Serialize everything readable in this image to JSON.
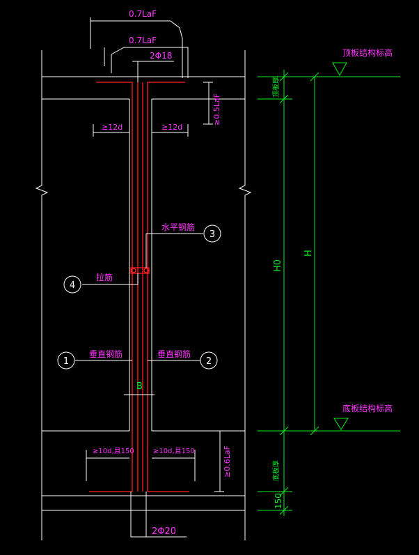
{
  "colors": {
    "background": "#000000",
    "outline": "#ffffff",
    "rebar": "#ff2020",
    "dimension": "#ffffff",
    "annotation": "#ff33ff",
    "elevation": "#00ee22"
  },
  "labels": {
    "top_anchor_outer": "0.7LaF",
    "top_anchor_inner": "0.7LaF",
    "top_bars": "2Φ18",
    "top_anchor_depth": "≥0.5LaF",
    "top_left_12d": "≥12d",
    "top_right_12d": "≥12d",
    "horizontal_rebar": "水平钢筋",
    "tie_bar": "拉筋",
    "vertical_rebar_left": "垂直钢筋",
    "vertical_rebar_right": "垂直钢筋",
    "wall_width": "B",
    "bottom_left_10d": "≥10d,且150",
    "bottom_right_10d": "≥10d,且150",
    "bottom_anchor_depth": "≥0.6LaF",
    "bottom_bars": "2Φ20",
    "top_slab_thickness": "顶板厚",
    "bottom_slab_thickness": "底板厚",
    "dim_150": "150",
    "clear_height": "H0",
    "total_height": "H",
    "top_elevation": "顶板结构标高",
    "bottom_elevation": "底板结构标高"
  },
  "callouts": {
    "c1": "1",
    "c2": "2",
    "c3": "3",
    "c4": "4"
  }
}
